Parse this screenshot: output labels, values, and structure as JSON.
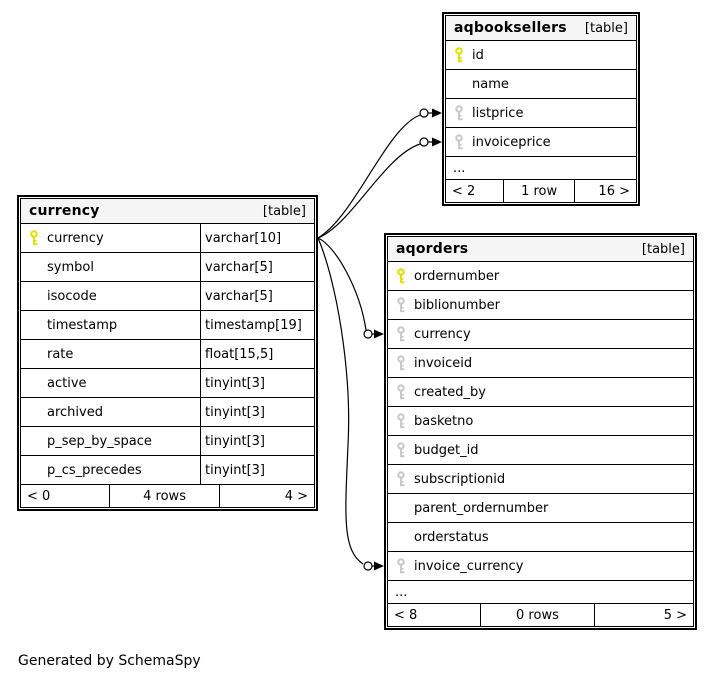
{
  "colors": {
    "primary_key": "#e0e000",
    "foreign_key": "#c9c9c9",
    "header_bg": "#f5f5f5",
    "border": "#000000"
  },
  "note": "Generated by SchemaSpy",
  "tables": [
    {
      "name": "aqbooksellers",
      "tag": "[table]",
      "columns": [
        {
          "name": "id",
          "key": "pk"
        },
        {
          "name": "name",
          "key": "none"
        },
        {
          "name": "listprice",
          "key": "fk"
        },
        {
          "name": "invoiceprice",
          "key": "fk"
        }
      ],
      "ellipsis": "...",
      "footer": {
        "left": "< 2",
        "center": "1 row",
        "right": "16 >"
      }
    },
    {
      "name": "currency",
      "tag": "[table]",
      "columns": [
        {
          "name": "currency",
          "type": "varchar[10]",
          "key": "pk"
        },
        {
          "name": "symbol",
          "type": "varchar[5]",
          "key": "none"
        },
        {
          "name": "isocode",
          "type": "varchar[5]",
          "key": "none"
        },
        {
          "name": "timestamp",
          "type": "timestamp[19]",
          "key": "none"
        },
        {
          "name": "rate",
          "type": "float[15,5]",
          "key": "none"
        },
        {
          "name": "active",
          "type": "tinyint[3]",
          "key": "none"
        },
        {
          "name": "archived",
          "type": "tinyint[3]",
          "key": "none"
        },
        {
          "name": "p_sep_by_space",
          "type": "tinyint[3]",
          "key": "none"
        },
        {
          "name": "p_cs_precedes",
          "type": "tinyint[3]",
          "key": "none"
        }
      ],
      "footer": {
        "left": "< 0",
        "center": "4 rows",
        "right": "4 >"
      }
    },
    {
      "name": "aqorders",
      "tag": "[table]",
      "columns": [
        {
          "name": "ordernumber",
          "key": "pk"
        },
        {
          "name": "biblionumber",
          "key": "fk"
        },
        {
          "name": "currency",
          "key": "fk"
        },
        {
          "name": "invoiceid",
          "key": "fk"
        },
        {
          "name": "created_by",
          "key": "fk"
        },
        {
          "name": "basketno",
          "key": "fk"
        },
        {
          "name": "budget_id",
          "key": "fk"
        },
        {
          "name": "subscriptionid",
          "key": "fk"
        },
        {
          "name": "parent_ordernumber",
          "key": "none"
        },
        {
          "name": "orderstatus",
          "key": "none"
        },
        {
          "name": "invoice_currency",
          "key": "fk"
        }
      ],
      "ellipsis": "...",
      "footer": {
        "left": "< 8",
        "center": "0 rows",
        "right": "5 >"
      }
    }
  ],
  "edges": [
    {
      "from": "currency.currency",
      "to": "aqbooksellers.listprice"
    },
    {
      "from": "currency.currency",
      "to": "aqbooksellers.invoiceprice"
    },
    {
      "from": "currency.currency",
      "to": "aqorders.currency"
    },
    {
      "from": "currency.currency",
      "to": "aqorders.invoice_currency"
    }
  ]
}
